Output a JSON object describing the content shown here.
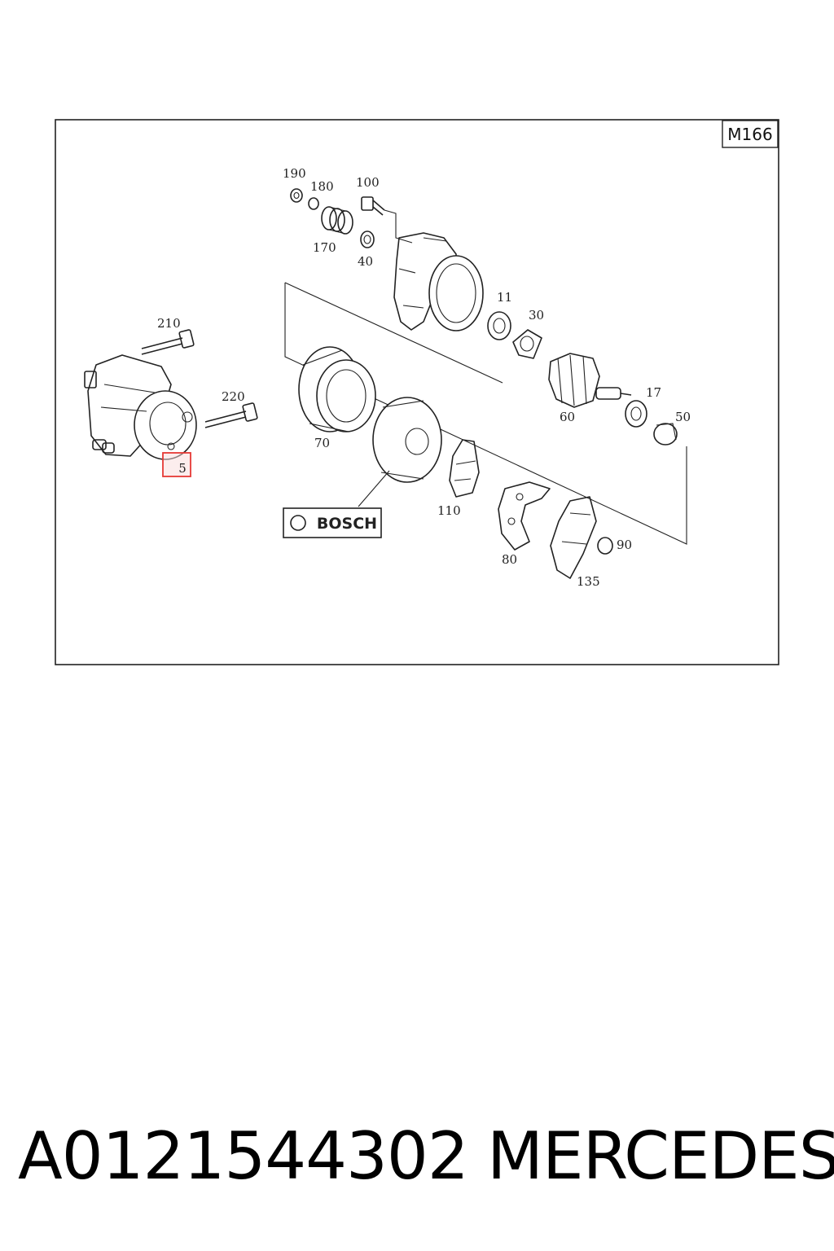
{
  "diagram": {
    "model_code": "M166",
    "logo_text": "BOSCH",
    "highlighted_callout": "5",
    "callouts": {
      "c190": "190",
      "c180": "180",
      "c100": "100",
      "c170": "170",
      "c40": "40",
      "c11": "11",
      "c30": "30",
      "c210": "210",
      "c220": "220",
      "c70": "70",
      "c60": "60",
      "c17": "17",
      "c50": "50",
      "c110": "110",
      "c80": "80",
      "c90": "90",
      "c135": "135"
    },
    "colors": {
      "highlight": "#e53935",
      "ink": "#222222"
    }
  },
  "footer": {
    "part_number": "A0121544302",
    "brand": "MERCEDES"
  }
}
